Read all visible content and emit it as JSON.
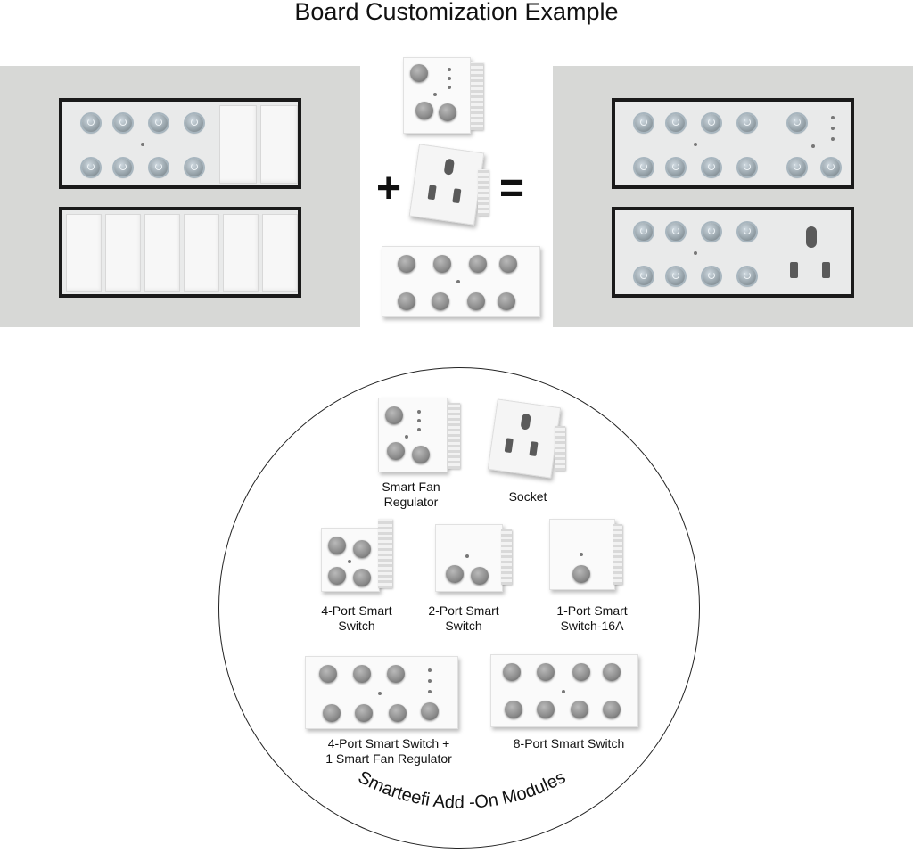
{
  "title": "Board Customization Example",
  "operators": {
    "plus": "+",
    "equals": "="
  },
  "modules": {
    "fan_regulator": "Smart Fan\nRegulator",
    "socket": "Socket",
    "port4": "4-Port Smart\nSwitch",
    "port2": "2-Port Smart\nSwitch",
    "port1": "1-Port Smart\nSwitch-16A",
    "combo": "4-Port Smart Switch +\n1 Smart Fan Regulator",
    "port8": "8-Port Smart Switch"
  },
  "circle_caption": "Smarteefi Add -On Modules"
}
